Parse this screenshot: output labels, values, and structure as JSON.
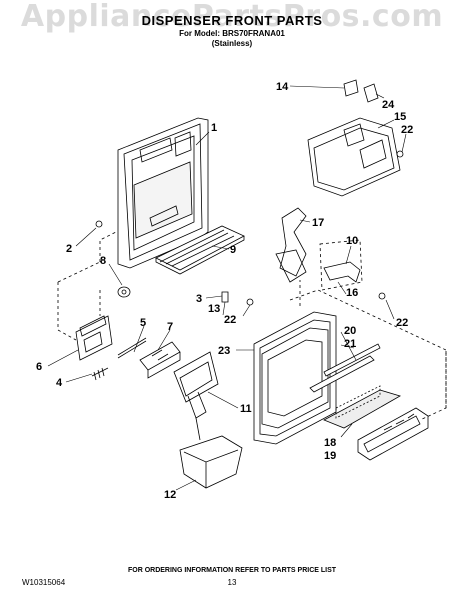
{
  "watermark": "AppliancePartsPros.com",
  "header": {
    "title": "DISPENSER FRONT PARTS",
    "model_line": "For Model: BRS70FRANA01",
    "finish": "(Stainless)"
  },
  "callouts": {
    "c1": "1",
    "c2": "2",
    "c3": "3",
    "c4": "4",
    "c5": "5",
    "c6": "6",
    "c7": "7",
    "c8": "8",
    "c9": "9",
    "c10": "10",
    "c11": "11",
    "c12": "12",
    "c13": "13",
    "c14": "14",
    "c15": "15",
    "c16": "16",
    "c17": "17",
    "c18": "18",
    "c19": "19",
    "c20": "20",
    "c21": "21",
    "c22a": "22",
    "c22b": "22",
    "c22c": "22",
    "c23": "23",
    "c24": "24"
  },
  "footer": {
    "doc_number": "W10315064",
    "ordering_note": "FOR ORDERING INFORMATION REFER TO PARTS PRICE LIST",
    "page_number": "13"
  }
}
